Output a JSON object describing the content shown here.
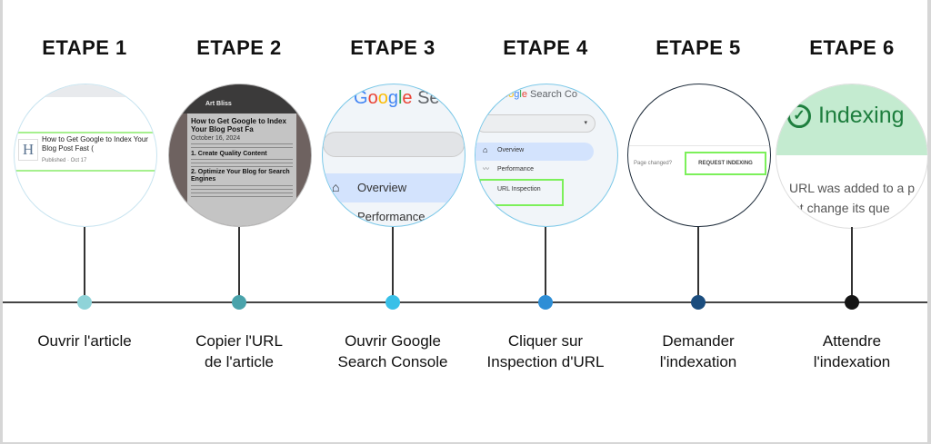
{
  "steps": [
    {
      "title": "ETAPE 1",
      "label_lines": [
        "Ouvrir l'article"
      ],
      "dot_color": "#8fd3d8",
      "screen": {
        "post_initial": "H",
        "post_title": "How to Get Google to Index Your Blog Post Fast (",
        "post_meta": "Published · Oct 17"
      }
    },
    {
      "title": "ETAPE 2",
      "label_lines": [
        "Copier l'URL",
        "de l'article"
      ],
      "dot_color": "#4aa3ab",
      "screen": {
        "blog_name": "Art Bliss",
        "article_title": "How to Get Google to Index Your Blog Post Fa",
        "date": "October 16, 2024",
        "section1": "1. Create Quality Content",
        "section2": "2. Optimize Your Blog for Search Engines"
      }
    },
    {
      "title": "ETAPE 3",
      "label_lines": [
        "Ouvrir Google",
        "Search Console"
      ],
      "dot_color": "#38c0e8",
      "screen": {
        "logo": "Google",
        "logo_suffix": "Sea",
        "nav_overview": "Overview",
        "nav_performance": "Performance"
      }
    },
    {
      "title": "ETAPE 4",
      "label_lines": [
        "Cliquer sur",
        "Inspection d'URL"
      ],
      "dot_color": "#2e8ed6",
      "screen": {
        "logo": "oogle",
        "logo_suffix": "Search Co",
        "nav_overview": "Overview",
        "nav_performance": "Performance",
        "nav_url_inspection": "URL Inspection"
      }
    },
    {
      "title": "ETAPE 5",
      "label_lines": [
        "Demander",
        "l'indexation"
      ],
      "dot_color": "#1b4d7e",
      "screen": {
        "prompt": "Page changed?",
        "button": "REQUEST INDEXING"
      }
    },
    {
      "title": "ETAPE 6",
      "label_lines": [
        "Attendre",
        "l'indexation"
      ],
      "dot_color": "#151515",
      "screen": {
        "status": "Indexing",
        "line1": "URL was added to a p",
        "line2": "ot change its que"
      }
    }
  ],
  "colors": {
    "highlight": "#7cf05a",
    "google_blue": "#4285f4",
    "google_red": "#ea4335",
    "google_yellow": "#fbbc05",
    "google_green": "#34a853",
    "indexing_bg": "#c4ebd0",
    "indexing_text": "#1e7e3e"
  }
}
